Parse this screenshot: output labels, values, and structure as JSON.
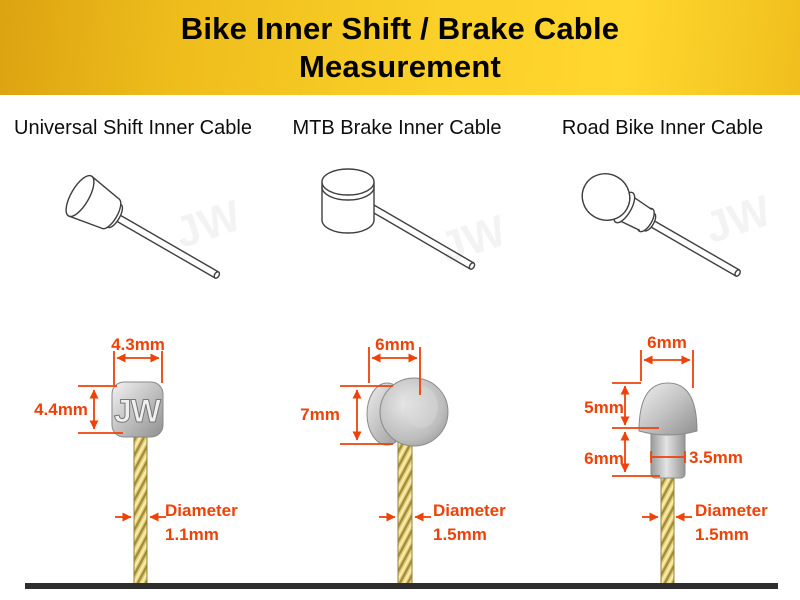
{
  "header": {
    "title_line1": "Bike Inner Shift / Brake Cable",
    "title_line2": "Measurement"
  },
  "watermark": "JW",
  "columns": [
    {
      "label": "Universal Shift Inner Cable",
      "head_marking": "JW",
      "dims": {
        "width": "4.3mm",
        "height": "4.4mm",
        "diameter_label": "Diameter",
        "diameter_value": "1.1mm"
      }
    },
    {
      "label": "MTB Brake Inner Cable",
      "dims": {
        "width": "6mm",
        "height": "7mm",
        "diameter_label": "Diameter",
        "diameter_value": "1.5mm"
      }
    },
    {
      "label": "Road Bike Inner Cable",
      "dims": {
        "width": "6mm",
        "cap_height": "5mm",
        "neck_height": "6mm",
        "neck_width": "3.5mm",
        "diameter_label": "Diameter",
        "diameter_value": "1.5mm"
      }
    }
  ],
  "colors": {
    "accent": "#EE4208",
    "banner_gold_dark": "#DCA311",
    "banner_gold_bright": "#FFD72E",
    "cable_gold": "#E7D27A",
    "head_silver": "#C6C6C6",
    "bottom_rule": "#2E2E2E"
  }
}
